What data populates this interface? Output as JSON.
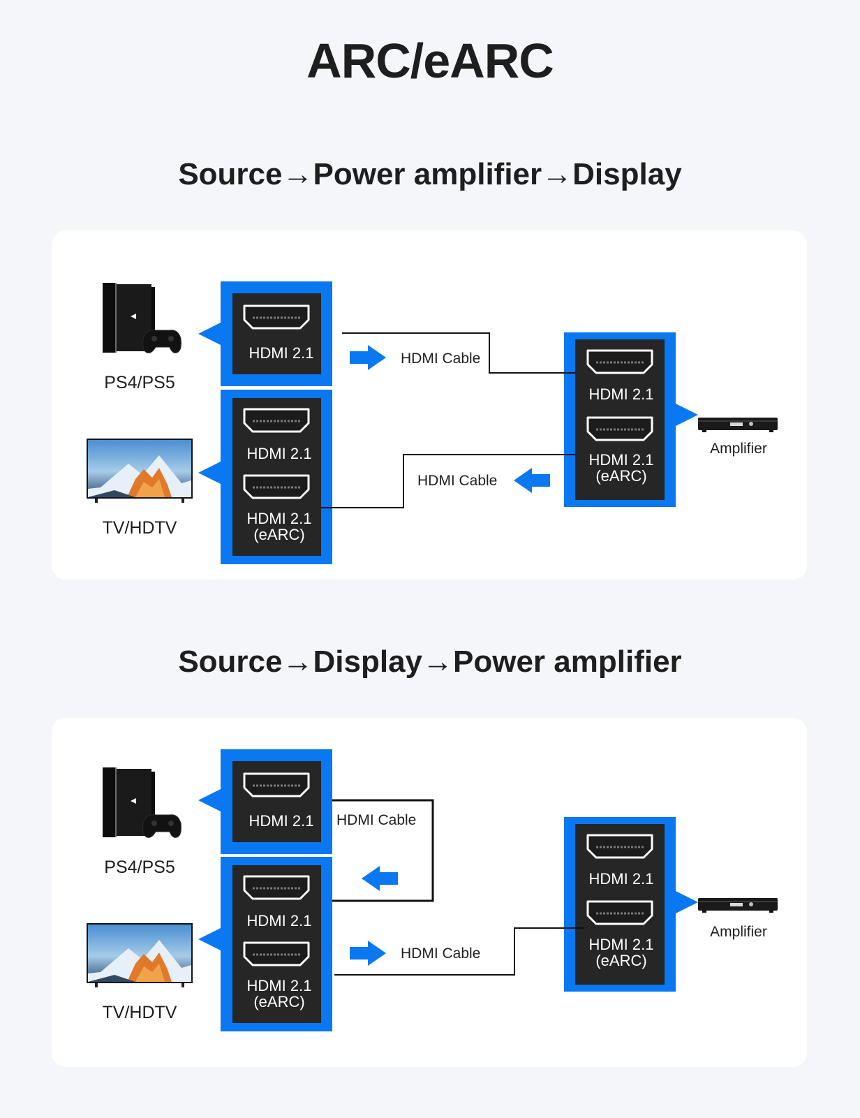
{
  "title": "ARC/eARC",
  "sections": [
    {
      "heading": "Source→Power amplifier→Display",
      "source_label": "PS4/PS5",
      "display_label": "TV/HDTV",
      "amplifier_label": "Amplifier",
      "source_ports": [
        "HDMI 2.1"
      ],
      "display_ports": [
        "HDMI 2.1",
        "HDMI 2.1",
        "(eARC)"
      ],
      "amplifier_ports": [
        "HDMI 2.1",
        "HDMI 2.1",
        "(eARC)"
      ],
      "cables": [
        "HDMI Cable",
        "HDMI Cable"
      ]
    },
    {
      "heading": "Source→Display→Power amplifier",
      "source_label": "PS4/PS5",
      "display_label": "TV/HDTV",
      "amplifier_label": "Amplifier",
      "source_ports": [
        "HDMI 2.1"
      ],
      "display_ports": [
        "HDMI 2.1",
        "HDMI 2.1",
        "(eARC)"
      ],
      "amplifier_ports": [
        "HDMI 2.1",
        "HDMI 2.1",
        "(eARC)"
      ],
      "cables": [
        "HDMI Cable",
        "HDMI Cable"
      ]
    }
  ],
  "colors": {
    "accent": "#0a78f0",
    "port_bg": "#262626",
    "line": "#111111"
  }
}
